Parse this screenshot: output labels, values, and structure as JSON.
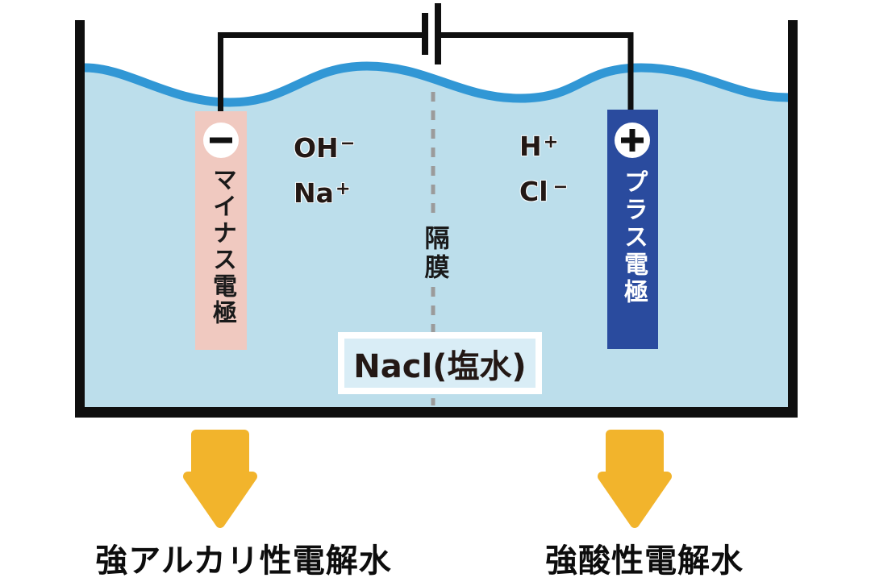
{
  "colors": {
    "water_fill": "#bcdeeb",
    "water_surface": "#3197d5",
    "container_line": "#0f0f0f",
    "wire_line": "#0f0f0f",
    "minus_electrode_fill": "#f0c9c0",
    "plus_electrode_fill": "#2a4b9e",
    "electrode_badge_fill": "#ffffff",
    "electrode_symbol": "#111111",
    "membrane_dash": "#9b9b9b",
    "arrow_fill": "#f2b42c",
    "ink_text": "#231815",
    "solution_box_fill": "#d9edf6",
    "solution_box_border": "#ffffff",
    "minus_label_text": "#1a1a1a",
    "plus_label_text": "#ffffff"
  },
  "electrodes": {
    "minus": {
      "symbol": "−",
      "label": "マイナス電極"
    },
    "plus": {
      "symbol": "+",
      "label": "プラス電極"
    }
  },
  "ions": {
    "left": [
      {
        "base": "OH",
        "charge": "−"
      },
      {
        "base": "Na",
        "charge": "+"
      }
    ],
    "right": [
      {
        "base": "H",
        "charge": "+"
      },
      {
        "base": "Cl",
        "charge": "−"
      }
    ]
  },
  "membrane": {
    "label": "隔膜"
  },
  "solution": {
    "label": "Nacl(塩水)"
  },
  "results": {
    "left": "強アルカリ性電解水",
    "right": "強酸性電解水"
  }
}
